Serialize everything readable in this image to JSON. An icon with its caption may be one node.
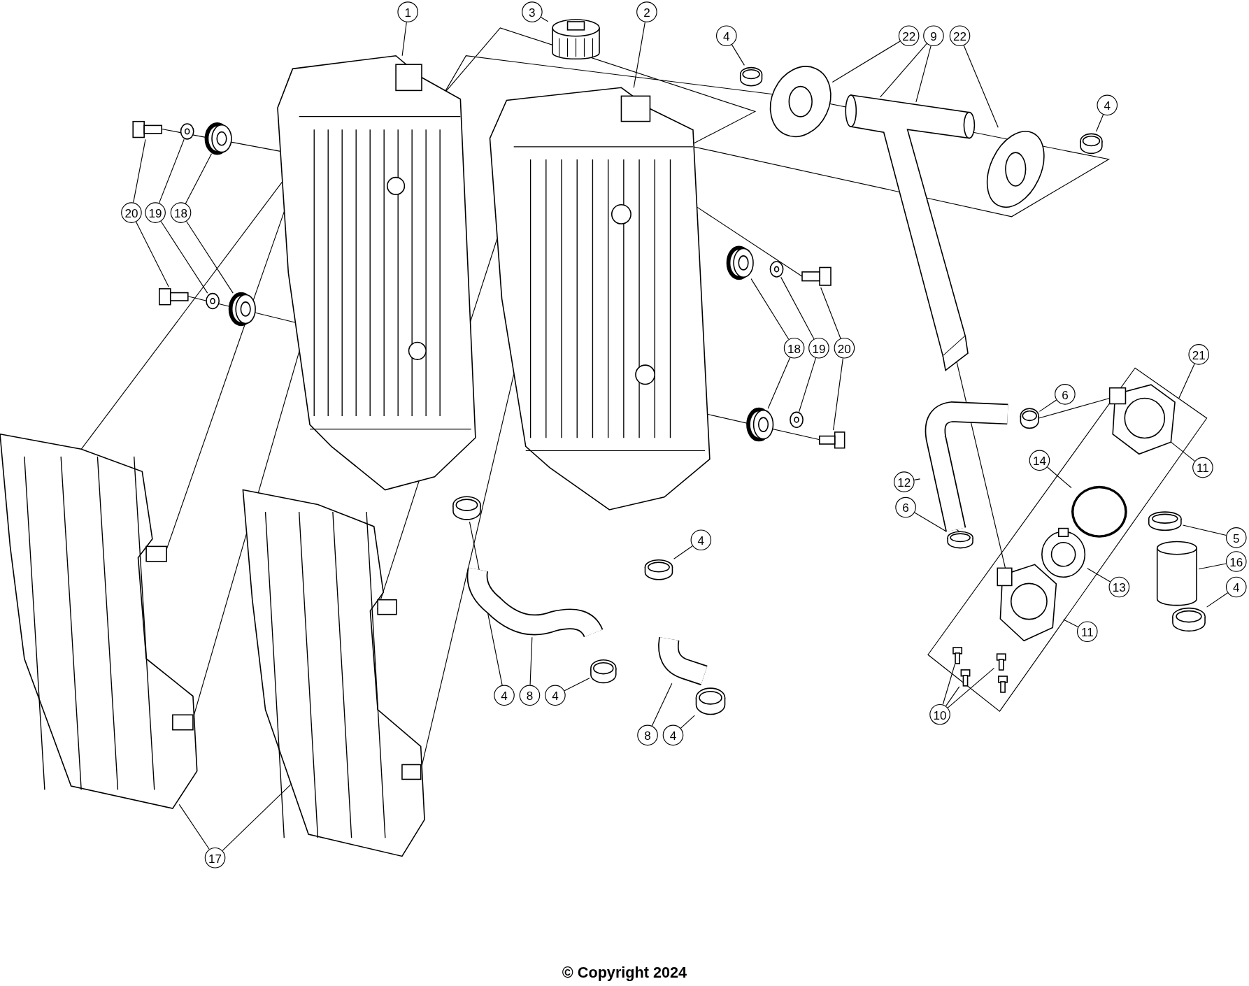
{
  "diagram": {
    "nodes": [
      {
        "text": [
          "1"
        ]
      },
      {
        "text": [
          "3"
        ]
      },
      {
        "text": [
          "2"
        ]
      },
      {
        "text": [
          "4"
        ]
      },
      {
        "text": [
          "22"
        ]
      },
      {
        "text": [
          "9"
        ]
      },
      {
        "text": [
          "22"
        ]
      },
      {
        "text": [
          "4"
        ]
      },
      {
        "text": [
          "20"
        ]
      },
      {
        "text": [
          "19"
        ]
      },
      {
        "text": [
          "18"
        ]
      },
      {
        "text": [
          "18"
        ]
      },
      {
        "text": [
          "19"
        ]
      },
      {
        "text": [
          "20"
        ]
      },
      {
        "text": [
          "21"
        ]
      },
      {
        "text": [
          "6"
        ]
      },
      {
        "text": [
          "14"
        ]
      },
      {
        "text": [
          "11"
        ]
      },
      {
        "text": [
          "12"
        ]
      },
      {
        "text": [
          "6"
        ]
      },
      {
        "text": [
          "5"
        ]
      },
      {
        "text": [
          "4"
        ]
      },
      {
        "text": [
          "16"
        ]
      },
      {
        "text": [
          "13"
        ]
      },
      {
        "text": [
          "4"
        ]
      },
      {
        "text": [
          "11"
        ]
      },
      {
        "text": [
          "4"
        ]
      },
      {
        "text": [
          "8"
        ]
      },
      {
        "text": [
          "4"
        ]
      },
      {
        "text": [
          "10"
        ]
      },
      {
        "text": [
          "8"
        ]
      },
      {
        "text": [
          "4"
        ]
      },
      {
        "text": [
          "17"
        ]
      },
      {
        "text": [],
        "shape": "picture"
      },
      {
        "text": [],
        "shape": "picture"
      },
      {
        "text": [],
        "shape": "picture",
        "in": 75
      },
      {
        "text": [],
        "shape": "picture"
      },
      {
        "text": [],
        "shape": "picture"
      },
      {
        "text": [],
        "shape": "picture"
      },
      {
        "text": [],
        "shape": "picture"
      },
      {
        "text": [],
        "shape": "picture"
      },
      {
        "text": [],
        "shape": "picture"
      },
      {
        "text": [],
        "shape": "picture",
        "in": 75
      },
      {
        "text": [],
        "shape": "picture"
      },
      {
        "text": [],
        "shape": "picture"
      },
      {
        "text": [],
        "shape": "picture"
      },
      {
        "text": [],
        "shape": "picture"
      },
      {
        "text": [],
        "shape": "picture"
      },
      {
        "text": [],
        "shape": "picture"
      },
      {
        "text": [],
        "shape": "picture"
      },
      {
        "text": [],
        "shape": "picture"
      },
      {
        "text": [],
        "shape": "picture"
      },
      {
        "text": [],
        "shape": "picture",
        "in": 76
      },
      {
        "text": [],
        "shape": "picture"
      },
      {
        "text": [],
        "shape": "picture"
      },
      {
        "text": [],
        "shape": "picture"
      },
      {
        "text": [],
        "shape": "picture"
      },
      {
        "text": [],
        "shape": "picture"
      },
      {
        "text": [],
        "shape": "picture"
      },
      {
        "text": [],
        "shape": "circle",
        "in": 76
      },
      {
        "text": [],
        "shape": "picture"
      },
      {
        "text": [],
        "shape": "picture"
      },
      {
        "text": [],
        "shape": "picture",
        "in": 76
      },
      {
        "text": [],
        "shape": "picture"
      },
      {
        "text": [],
        "shape": "picture"
      },
      {
        "text": [],
        "shape": "cylinder"
      },
      {
        "text": [],
        "shape": "picture",
        "in": 76
      },
      {
        "text": [],
        "shape": "picture"
      },
      {
        "text": [],
        "shape": "picture"
      },
      {
        "text": [],
        "shape": "picture",
        "in": 76
      },
      {
        "text": [],
        "shape": "picture",
        "in": 76
      },
      {
        "text": [],
        "shape": "picture",
        "in": 76
      },
      {
        "text": [],
        "shape": "picture",
        "in": 76
      },
      {
        "text": [],
        "shape": "picture"
      },
      {
        "text": [],
        "shape": "picture"
      },
      {
        "text": [],
        "shape": "box"
      },
      {
        "text": [],
        "shape": "box"
      }
    ],
    "edges": [
      {
        "from": 0,
        "to": 34,
        "arrow": "none"
      },
      {
        "from": 1,
        "to": 33,
        "arrow": "none"
      },
      {
        "from": 2,
        "to": 37,
        "arrow": "none"
      },
      {
        "from": 3,
        "to": 36,
        "arrow": "none"
      },
      {
        "from": 4,
        "to": 35,
        "arrow": "none"
      },
      {
        "from": 5,
        "to": 38,
        "arrow": "none"
      },
      {
        "from": 5,
        "to": 38,
        "arrow": "none"
      },
      {
        "from": 6,
        "to": 42,
        "arrow": "none"
      },
      {
        "from": 7,
        "to": 43,
        "arrow": "none"
      },
      {
        "from": 8,
        "to": 39,
        "arrow": "none"
      },
      {
        "from": 8,
        "to": 47,
        "arrow": "none"
      },
      {
        "from": 9,
        "to": 40,
        "arrow": "none"
      },
      {
        "from": 9,
        "to": 48,
        "arrow": "none"
      },
      {
        "from": 10,
        "to": 41,
        "arrow": "none"
      },
      {
        "from": 10,
        "to": 49,
        "arrow": "none"
      },
      {
        "from": 11,
        "to": 44,
        "arrow": "none"
      },
      {
        "from": 11,
        "to": 53,
        "arrow": "none"
      },
      {
        "from": 12,
        "to": 45,
        "arrow": "none"
      },
      {
        "from": 12,
        "to": 54,
        "arrow": "none"
      },
      {
        "from": 13,
        "to": 46,
        "arrow": "none"
      },
      {
        "from": 13,
        "to": 55,
        "arrow": "none"
      },
      {
        "from": 14,
        "to": 76,
        "arrow": "none"
      },
      {
        "from": 15,
        "to": 50,
        "arrow": "none"
      },
      {
        "from": 16,
        "to": 59,
        "arrow": "none"
      },
      {
        "from": 17,
        "to": 52,
        "arrow": "none"
      },
      {
        "from": 18,
        "to": 51,
        "arrow": "none"
      },
      {
        "from": 19,
        "to": 60,
        "arrow": "none"
      },
      {
        "from": 20,
        "to": 61,
        "arrow": "none"
      },
      {
        "from": 21,
        "to": 63,
        "arrow": "none"
      },
      {
        "from": 22,
        "to": 65,
        "arrow": "none"
      },
      {
        "from": 23,
        "to": 62,
        "arrow": "none"
      },
      {
        "from": 24,
        "to": 67,
        "arrow": "none"
      },
      {
        "from": 25,
        "to": 66,
        "arrow": "none"
      },
      {
        "from": 26,
        "to": 57,
        "arrow": "none"
      },
      {
        "from": 27,
        "to": 64,
        "arrow": "none"
      },
      {
        "from": 28,
        "to": 73,
        "arrow": "none"
      },
      {
        "from": 29,
        "to": 69,
        "arrow": "none"
      },
      {
        "from": 29,
        "to": 70,
        "arrow": "none"
      },
      {
        "from": 29,
        "to": 71,
        "arrow": "none"
      },
      {
        "from": 30,
        "to": 68,
        "arrow": "none"
      },
      {
        "from": 31,
        "to": 74,
        "arrow": "none"
      },
      {
        "from": 32,
        "to": 56,
        "arrow": "none"
      },
      {
        "from": 32,
        "to": 58,
        "arrow": "none"
      },
      {
        "from": 56,
        "to": 34,
        "arrow": "none"
      },
      {
        "from": 56,
        "to": 34,
        "arrow": "none"
      },
      {
        "from": 56,
        "to": 34,
        "arrow": "none"
      },
      {
        "from": 58,
        "to": 37,
        "arrow": "none"
      },
      {
        "from": 58,
        "to": 37,
        "arrow": "none"
      },
      {
        "from": 39,
        "to": 34,
        "arrow": "none"
      },
      {
        "from": 47,
        "to": 34,
        "arrow": "none"
      },
      {
        "from": 37,
        "to": 46,
        "arrow": "none"
      },
      {
        "from": 37,
        "to": 55,
        "arrow": "none"
      },
      {
        "from": 38,
        "to": 66,
        "arrow": "none"
      },
      {
        "from": 50,
        "to": 52,
        "arrow": "none"
      },
      {
        "from": 51,
        "to": 60,
        "arrow": "none"
      }
    ],
    "labels": [
      "© Copyright 2024"
    ]
  }
}
